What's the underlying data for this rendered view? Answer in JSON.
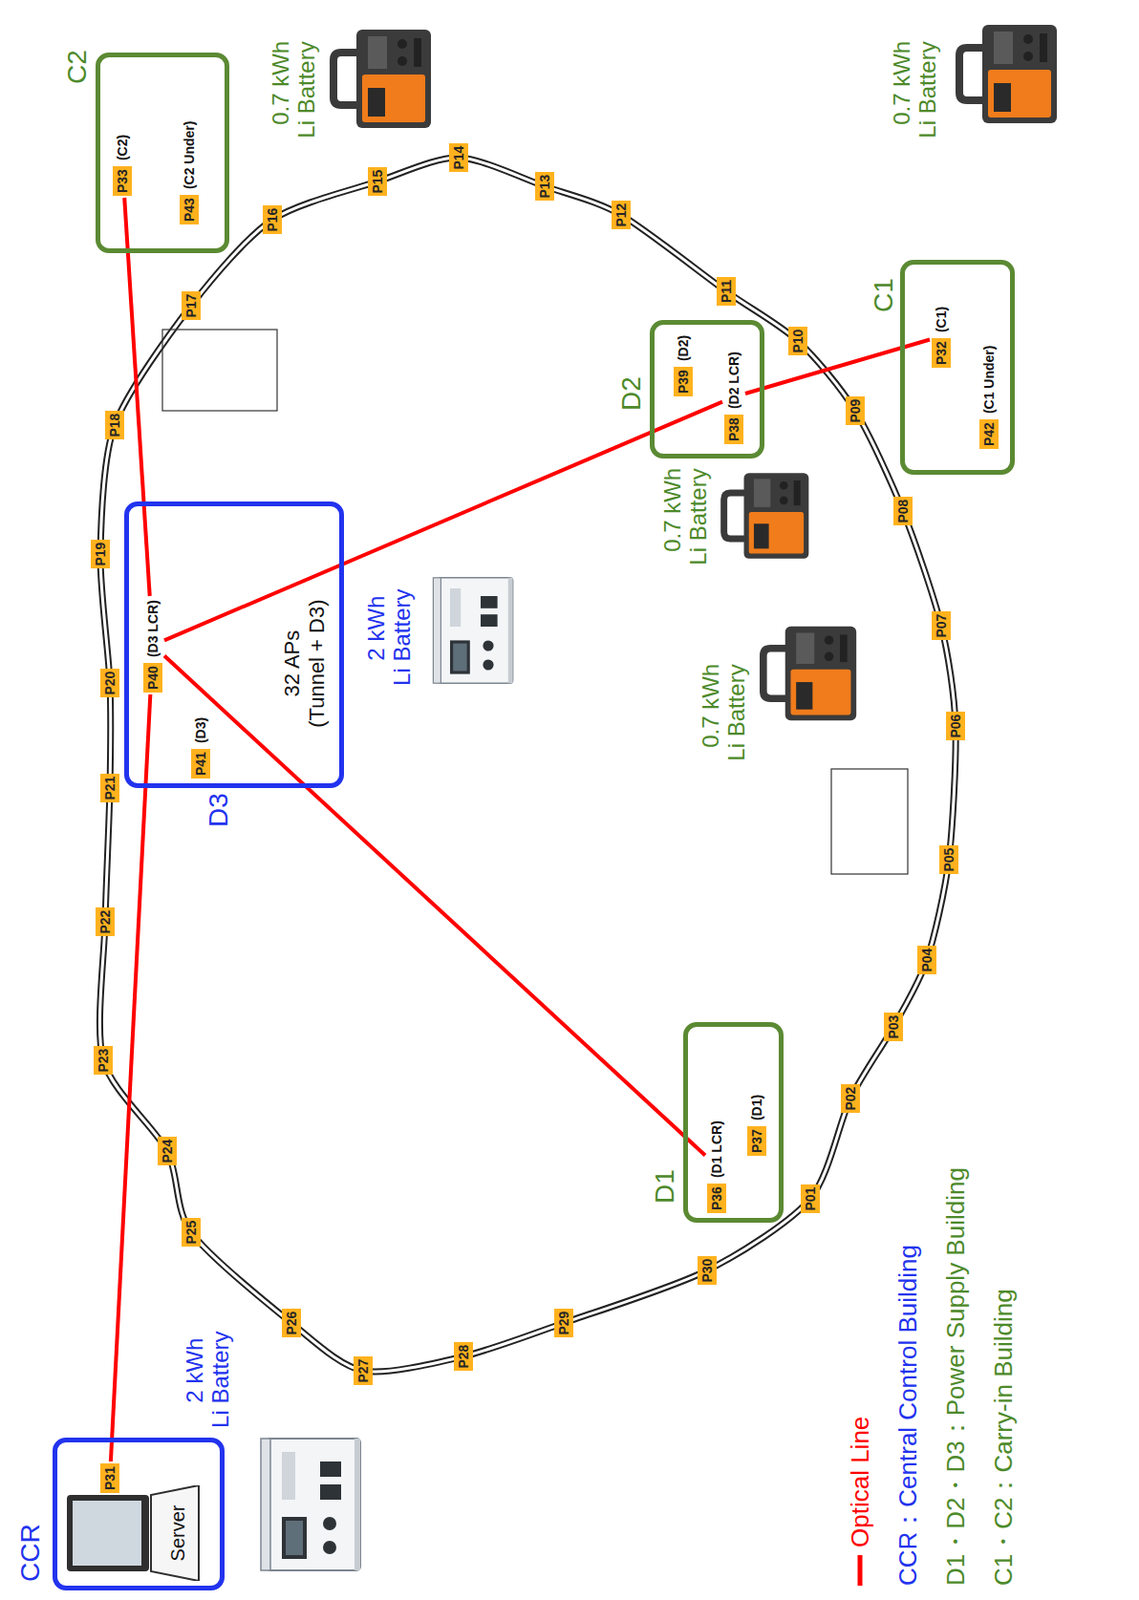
{
  "diagram": {
    "nodes": [
      {
        "text": [
          "CCR"
        ]
      },
      {
        "text": [
          "Server"
        ],
        "in": 0
      },
      {
        "text": [
          "P31"
        ],
        "in": 0
      },
      {
        "text": [
          "D3",
          "32 APs (Tunnel + D3)"
        ]
      },
      {
        "text": [
          "P40",
          "(D3 LCR)"
        ],
        "in": 3
      },
      {
        "text": [
          "P41",
          "(D3)"
        ],
        "in": 3
      },
      {
        "text": [
          "C2"
        ]
      },
      {
        "text": [
          "P33",
          "(C2)"
        ],
        "in": 6
      },
      {
        "text": [
          "P43",
          "(C2 Under)"
        ],
        "in": 6
      },
      {
        "text": [
          "D2"
        ]
      },
      {
        "text": [
          "P39",
          "(D2)"
        ],
        "in": 9
      },
      {
        "text": [
          "P38",
          "(D2 LCR)"
        ],
        "in": 9
      },
      {
        "text": [
          "C1"
        ]
      },
      {
        "text": [
          "P32",
          "(C1)"
        ],
        "in": 12
      },
      {
        "text": [
          "P42",
          "(C1 Under)"
        ],
        "in": 12
      },
      {
        "text": [
          "D1"
        ]
      },
      {
        "text": [
          "P36",
          "(D1 LCR)"
        ],
        "in": 15
      },
      {
        "text": [
          "P37",
          "(D1)"
        ],
        "in": 15
      },
      {
        "text": [
          "P01"
        ]
      },
      {
        "text": [
          "P02"
        ]
      },
      {
        "text": [
          "P03"
        ]
      },
      {
        "text": [
          "P04"
        ]
      },
      {
        "text": [
          "P05"
        ]
      },
      {
        "text": [
          "P06"
        ]
      },
      {
        "text": [
          "P07"
        ]
      },
      {
        "text": [
          "P08"
        ]
      },
      {
        "text": [
          "P09"
        ]
      },
      {
        "text": [
          "P10"
        ]
      },
      {
        "text": [
          "P11"
        ]
      },
      {
        "text": [
          "P12"
        ]
      },
      {
        "text": [
          "P13"
        ]
      },
      {
        "text": [
          "P14"
        ]
      },
      {
        "text": [
          "P15"
        ]
      },
      {
        "text": [
          "P16"
        ]
      },
      {
        "text": [
          "P17"
        ]
      },
      {
        "text": [
          "P18"
        ]
      },
      {
        "text": [
          "P19"
        ]
      },
      {
        "text": [
          "P20"
        ]
      },
      {
        "text": [
          "P21"
        ]
      },
      {
        "text": [
          "P22"
        ]
      },
      {
        "text": [
          "P23"
        ]
      },
      {
        "text": [
          "P24"
        ]
      },
      {
        "text": [
          "P25"
        ]
      },
      {
        "text": [
          "P26"
        ]
      },
      {
        "text": [
          "P27"
        ]
      },
      {
        "text": [
          "P28"
        ]
      },
      {
        "text": [
          "P29"
        ]
      },
      {
        "text": [
          "P30"
        ]
      }
    ],
    "edges": [
      {
        "from": 4,
        "to": 2,
        "arrow": "none"
      },
      {
        "from": 4,
        "to": 7,
        "arrow": "none"
      },
      {
        "from": 4,
        "to": 11,
        "arrow": "none"
      },
      {
        "from": 4,
        "to": 16,
        "arrow": "none"
      },
      {
        "from": 11,
        "to": 13,
        "arrow": "none"
      }
    ],
    "labels": [
      "2 kWh Li Battery",
      "2 kWh Li Battery",
      "0.7 kWh Li Battery",
      "0.7 kWh Li Battery",
      "0.7 kWh Li Battery",
      "0.7 kWh Li Battery",
      "CCR：Central Control Building",
      "D1・D2・D3：Power Supply Building",
      "C1・C2：Carry-in Building"
    ],
    "legend": [
      {
        "text": "Optical Line"
      }
    ]
  }
}
